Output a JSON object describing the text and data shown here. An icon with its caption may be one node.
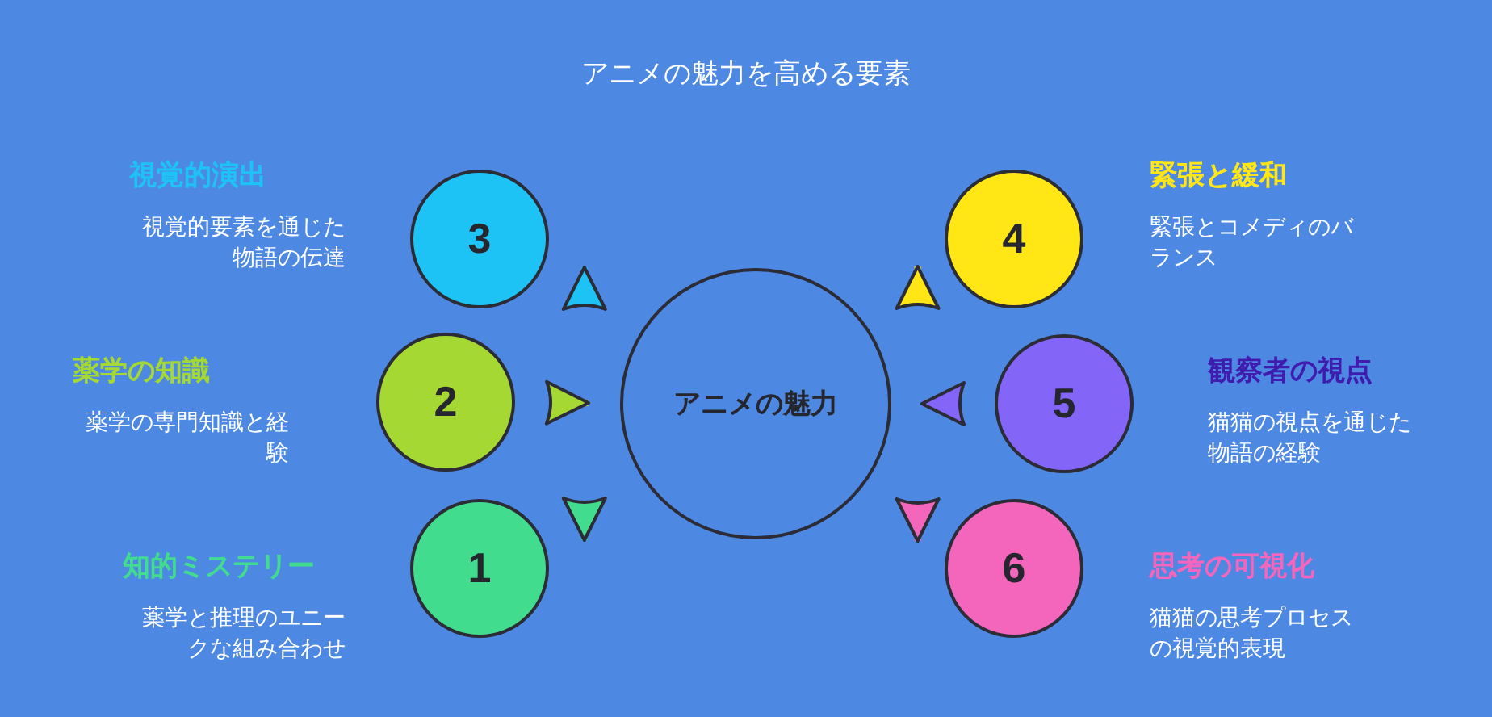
{
  "diagram": {
    "title": "アニメの魅力を高める要素",
    "nodes": [
      {
        "text": [
          "3"
        ],
        "beside": [
          "視覚的演出",
          "視覚的要素を通じた物語の伝達"
        ]
      },
      {
        "text": [
          "4"
        ],
        "beside": [
          "緊張と緩和",
          "緊張とコメディのバランス"
        ]
      },
      {
        "text": [
          "2"
        ],
        "beside": [
          "薬学の知識",
          "薬学の専門知識と経験"
        ]
      },
      {
        "text": [
          "アニメの魅力"
        ]
      },
      {
        "text": [
          "5"
        ],
        "beside": [
          "観察者の視点",
          "猫猫の視点を通じた物語の経験"
        ]
      },
      {
        "text": [
          "1"
        ],
        "beside": [
          "知的ミステリー",
          "薬学と推理のユニークな組み合わせ"
        ]
      },
      {
        "text": [
          "6"
        ],
        "beside": [
          "思考の可視化",
          "猫猫の思考プロセスの視覚的表現"
        ]
      }
    ],
    "edges": [
      {
        "from": 0,
        "to": 3,
        "arrow": "to",
        "color": "#1ec3f6"
      },
      {
        "from": 1,
        "to": 3,
        "arrow": "to",
        "color": "#ffe614"
      },
      {
        "from": 2,
        "to": 3,
        "arrow": "to",
        "color": "#a5d832"
      },
      {
        "from": 4,
        "to": 3,
        "arrow": "to",
        "color": "#8366f8"
      },
      {
        "from": 5,
        "to": 3,
        "arrow": "to",
        "color": "#42dc8f"
      },
      {
        "from": 6,
        "to": 3,
        "arrow": "to",
        "color": "#f466bc"
      }
    ]
  }
}
